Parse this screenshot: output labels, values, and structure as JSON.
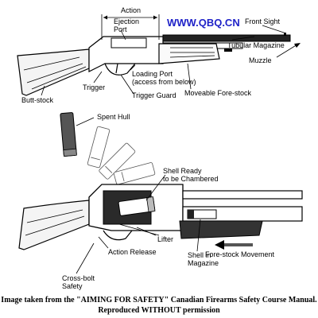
{
  "watermark": "WWW.QBQ.CN",
  "labels": {
    "action": "Action",
    "ejection_port": "Ejection\nPort",
    "front_sight": "Front Sight",
    "tubular_magazine": "Tubular Magazine",
    "muzzle": "Muzzle",
    "butt_stock": "Butt-stock",
    "trigger": "Trigger",
    "loading_port": "Loading Port\n(access from below)",
    "trigger_guard": "Trigger Guard",
    "moveable_fore_stock": "Moveable Fore-stock",
    "spent_hull": "Spent Hull",
    "shell_ready": "Shell Ready\nto be Chambered",
    "lifter": "Lifter",
    "fore_stock_movement": "Fore-stock Movement",
    "action_release": "Action Release",
    "shell_in_magazine": "Shell in\nMagazine",
    "cross_bolt_safety": "Cross-bolt\nSafety"
  },
  "caption": {
    "line1": "Image taken from the \"AIMING FOR SAFETY\" Canadian Firearms Safety Course Manual.",
    "line2": "Reproduced WITHOUT permission"
  },
  "colors": {
    "watermark": "#1f22c8",
    "ink": "#000000"
  }
}
